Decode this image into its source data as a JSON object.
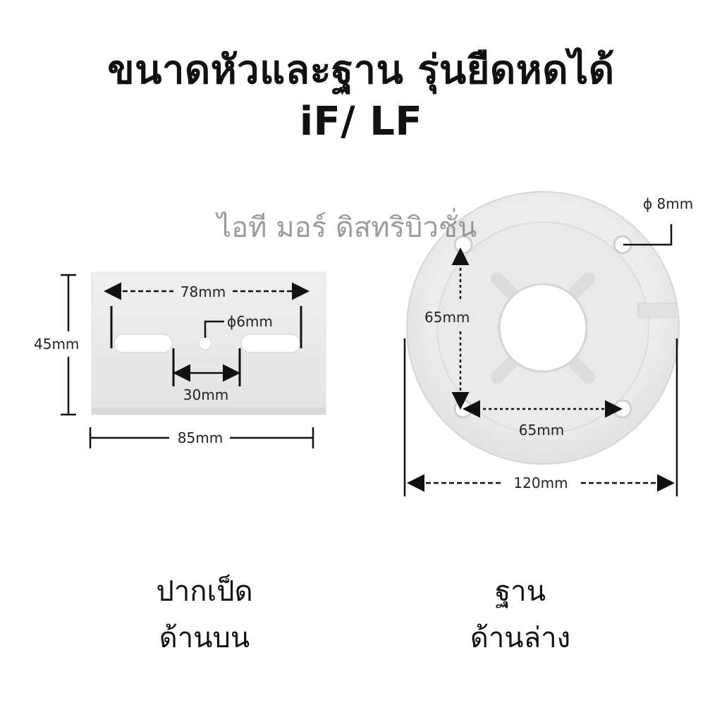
{
  "header": {
    "title_line1": "ขนาดหัวและฐาน รุ่นยืดหดได้",
    "title_line2": "iF/ LF"
  },
  "watermark": "ไอที มอร์ ดิสทริบิวชั่น",
  "top_plate": {
    "dim_width_outer": "85mm",
    "dim_height": "45mm",
    "dim_slot_span": "78mm",
    "dim_hole_diameter": "ϕ6mm",
    "dim_slot_gap": "30mm"
  },
  "base": {
    "dim_hole_diameter": "ϕ 8mm",
    "dim_vertical_holes": "65mm",
    "dim_horizontal_holes": "65mm",
    "dim_outer_diameter": "120mm"
  },
  "captions": {
    "left_line1": "ปากเป็ด",
    "left_line2": "ด้านบน",
    "right_line1": "ฐาน",
    "right_line2": "ด้านล่าง"
  }
}
